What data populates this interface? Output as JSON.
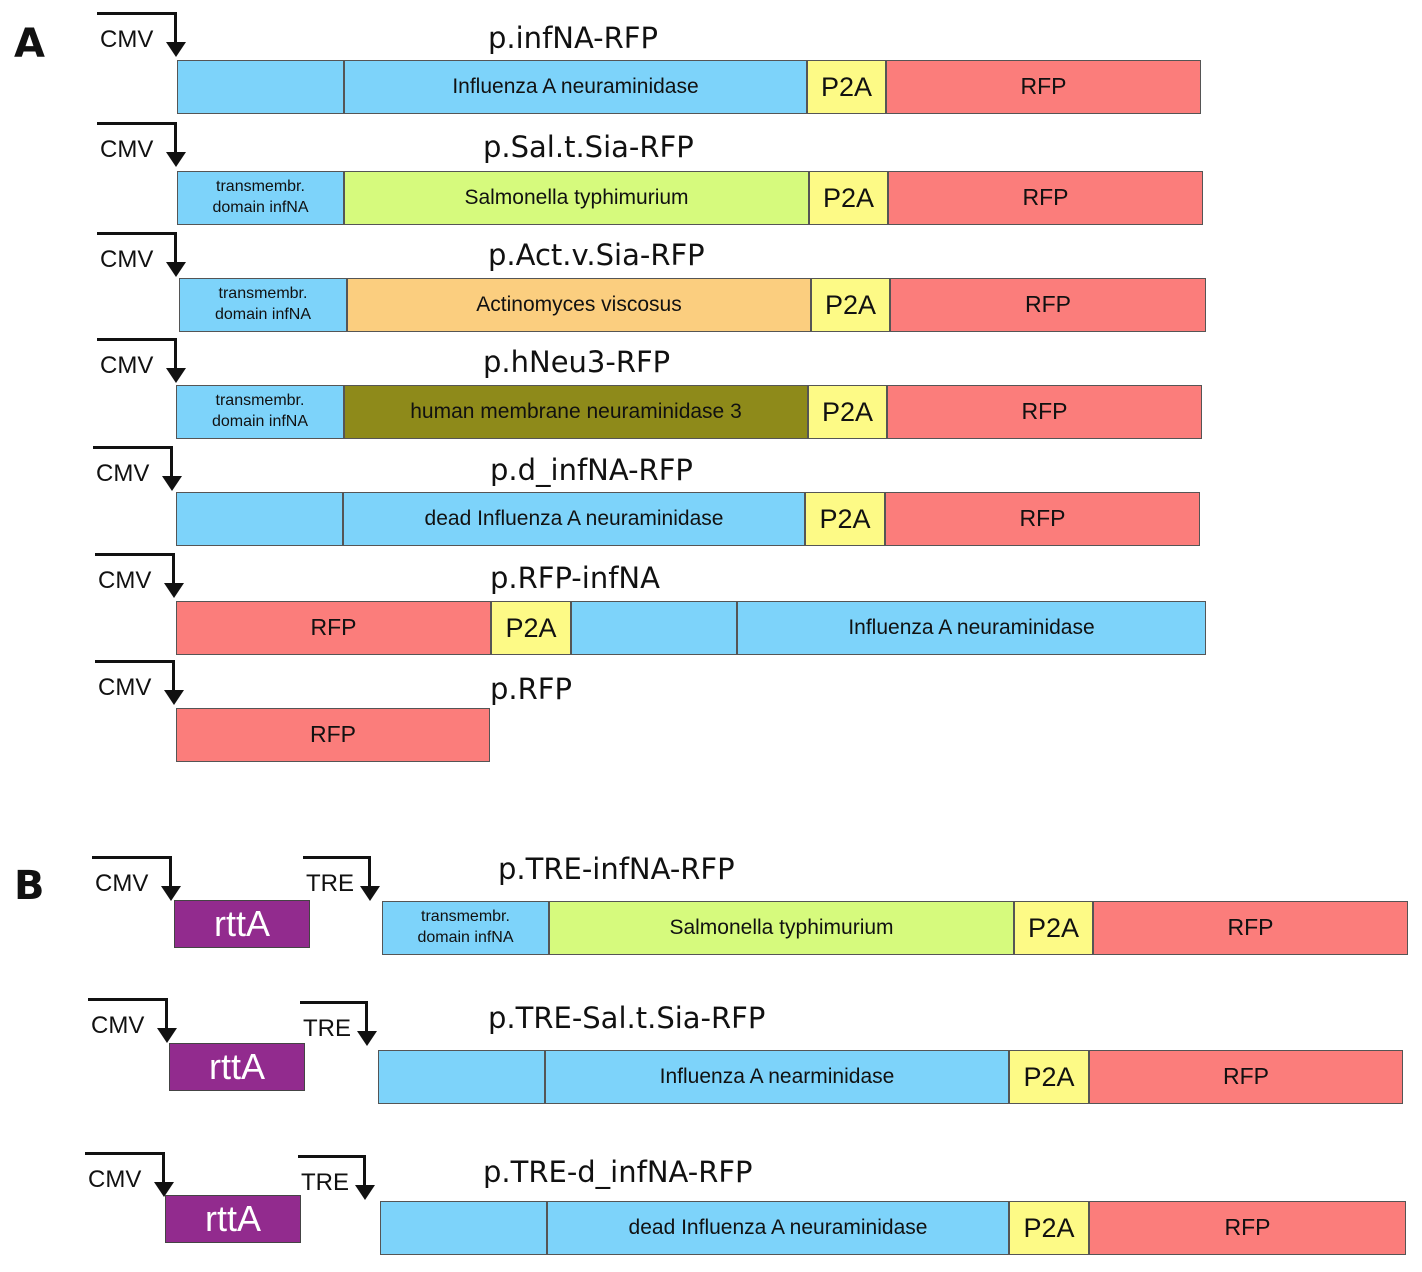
{
  "colors": {
    "blue": "#7dd3fa",
    "green": "#d6fa7d",
    "orange": "#fbce7f",
    "olive": "#8e8a1a",
    "yellow": "#fdfa86",
    "red": "#fb7d7b",
    "purple": "#922b8e"
  },
  "panels": [
    {
      "label": "A",
      "constructs": [
        {
          "name": "p.infNA-RFP",
          "promoters": [
            "CMV"
          ],
          "segments": [
            {
              "text": "",
              "color": "blue"
            },
            {
              "text": "Influenza A neuraminidase",
              "color": "blue"
            },
            {
              "text": "P2A",
              "color": "yellow"
            },
            {
              "text": "RFP",
              "color": "red"
            }
          ]
        },
        {
          "name": "p.Sal.t.Sia-RFP",
          "promoters": [
            "CMV"
          ],
          "segments": [
            {
              "text": "transmembr.\ndomain infNA",
              "color": "blue"
            },
            {
              "text": "Salmonella typhimurium",
              "color": "green"
            },
            {
              "text": "P2A",
              "color": "yellow"
            },
            {
              "text": "RFP",
              "color": "red"
            }
          ]
        },
        {
          "name": "p.Act.v.Sia-RFP",
          "promoters": [
            "CMV"
          ],
          "segments": [
            {
              "text": "transmembr.\ndomain infNA",
              "color": "blue"
            },
            {
              "text": "Actinomyces viscosus",
              "color": "orange"
            },
            {
              "text": "P2A",
              "color": "yellow"
            },
            {
              "text": "RFP",
              "color": "red"
            }
          ]
        },
        {
          "name": "p.hNeu3-RFP",
          "promoters": [
            "CMV"
          ],
          "segments": [
            {
              "text": "transmembr.\ndomain infNA",
              "color": "blue"
            },
            {
              "text": "human membrane neuraminidase 3",
              "color": "olive"
            },
            {
              "text": "P2A",
              "color": "yellow"
            },
            {
              "text": "RFP",
              "color": "red"
            }
          ]
        },
        {
          "name": "p.d_infNA-RFP",
          "promoters": [
            "CMV"
          ],
          "segments": [
            {
              "text": "",
              "color": "blue"
            },
            {
              "text": "dead Influenza A neuraminidase",
              "color": "blue"
            },
            {
              "text": "P2A",
              "color": "yellow"
            },
            {
              "text": "RFP",
              "color": "red"
            }
          ]
        },
        {
          "name": "p.RFP-infNA",
          "promoters": [
            "CMV"
          ],
          "segments": [
            {
              "text": "RFP",
              "color": "red"
            },
            {
              "text": "P2A",
              "color": "yellow"
            },
            {
              "text": "",
              "color": "blue"
            },
            {
              "text": "Influenza A neuraminidase",
              "color": "blue"
            }
          ]
        },
        {
          "name": "p.RFP",
          "promoters": [
            "CMV"
          ],
          "segments": [
            {
              "text": "RFP",
              "color": "red"
            }
          ]
        }
      ]
    },
    {
      "label": "B",
      "constructs": [
        {
          "name": "p.TRE-infNA-RFP",
          "promoters": [
            "CMV",
            "TRE"
          ],
          "activator": "rttA",
          "segments": [
            {
              "text": "transmembr.\ndomain infNA",
              "color": "blue"
            },
            {
              "text": "Salmonella typhimurium",
              "color": "green"
            },
            {
              "text": "P2A",
              "color": "yellow"
            },
            {
              "text": "RFP",
              "color": "red"
            }
          ]
        },
        {
          "name": "p.TRE-Sal.t.Sia-RFP",
          "promoters": [
            "CMV",
            "TRE"
          ],
          "activator": "rttA",
          "segments": [
            {
              "text": "",
              "color": "blue"
            },
            {
              "text": "Influenza A nearminidase",
              "color": "blue"
            },
            {
              "text": "P2A",
              "color": "yellow"
            },
            {
              "text": "RFP",
              "color": "red"
            }
          ]
        },
        {
          "name": "p.TRE-d_infNA-RFP",
          "promoters": [
            "CMV",
            "TRE"
          ],
          "activator": "rttA",
          "segments": [
            {
              "text": "",
              "color": "blue"
            },
            {
              "text": "dead Influenza A neuraminidase",
              "color": "blue"
            },
            {
              "text": "P2A",
              "color": "yellow"
            },
            {
              "text": "RFP",
              "color": "red"
            }
          ]
        }
      ]
    }
  ]
}
